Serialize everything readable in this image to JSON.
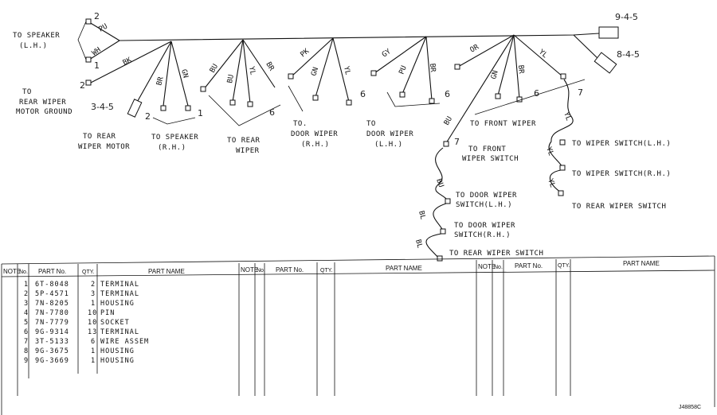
{
  "diagram": {
    "destinations": {
      "to_speaker_lh": [
        "TO SPEAKER",
        "(L.H.)"
      ],
      "to_rear_wiper_ground": [
        "TO",
        "REAR WIPER",
        "MOTOR GROUND"
      ],
      "to_rear_wiper_motor": [
        "TO REAR",
        "WIPER MOTOR"
      ],
      "to_speaker_rh": [
        "TO SPEAKER",
        "(R.H.)"
      ],
      "to_rear_wiper": [
        "TO REAR",
        "WIPER"
      ],
      "to_door_wiper_rh": [
        "TO.",
        "DOOR WIPER",
        "(R.H.)"
      ],
      "to_door_wiper_lh": [
        "TO",
        "DOOR WIPER",
        "(L.H.)"
      ],
      "to_front_wiper": "TO FRONT WIPER",
      "to_front_wiper_switch": [
        "TO FRONT",
        "WIPER SWITCH"
      ],
      "to_wiper_switch_lh": "TO WIPER SWITCH(L.H.)",
      "to_wiper_switch_rh": "TO WIPER SWITCH(R.H.)",
      "to_rear_wiper_switch_side": "TO REAR WIPER SWITCH",
      "to_door_wiper_switch_lh": [
        "TO DOOR WIPER",
        "SWITCH(L.H.)"
      ],
      "to_door_wiper_switch_rh": [
        "TO DOOR WIPER",
        "SWITCH(R.H.)"
      ],
      "to_rear_wiper_switch_bottom": "TO REAR WIPER SWITCH"
    },
    "wire_colors": {
      "pu": "PU",
      "wh": "WH",
      "bk": "BK",
      "br": "BR",
      "gn": "GN",
      "bu": "BU",
      "yl": "YL",
      "pk": "PK",
      "gy": "GY",
      "or": "OR",
      "bl": "BL"
    },
    "callouts": {
      "c2": "2",
      "c1": "1",
      "c345": "3-4-5",
      "c6": "6",
      "c7": "7",
      "c945": "9-4-5",
      "c845": "8-4-5"
    },
    "figure_id": "J48858C"
  },
  "table": {
    "headers": {
      "note": "NOTE",
      "no": "No.",
      "part_no": "PART No.",
      "qty": "QTY.",
      "part_name": "PART NAME"
    },
    "rows": [
      {
        "no": "1",
        "part_no": "6T-8048",
        "qty": "2",
        "name": "TERMINAL"
      },
      {
        "no": "2",
        "part_no": "5P-4571",
        "qty": "3",
        "name": "TERMINAL"
      },
      {
        "no": "3",
        "part_no": "7N-8205",
        "qty": "1",
        "name": "HOUSING"
      },
      {
        "no": "4",
        "part_no": "7N-7780",
        "qty": "10",
        "name": "PIN"
      },
      {
        "no": "5",
        "part_no": "7N-7779",
        "qty": "10",
        "name": "SOCKET"
      },
      {
        "no": "6",
        "part_no": "9G-9314",
        "qty": "13",
        "name": "TERMINAL"
      },
      {
        "no": "7",
        "part_no": "3T-5133",
        "qty": "6",
        "name": "WIRE ASSEM"
      },
      {
        "no": "8",
        "part_no": "9G-3675",
        "qty": "1",
        "name": "HOUSING"
      },
      {
        "no": "9",
        "part_no": "9G-3669",
        "qty": "1",
        "name": "HOUSING"
      }
    ]
  }
}
